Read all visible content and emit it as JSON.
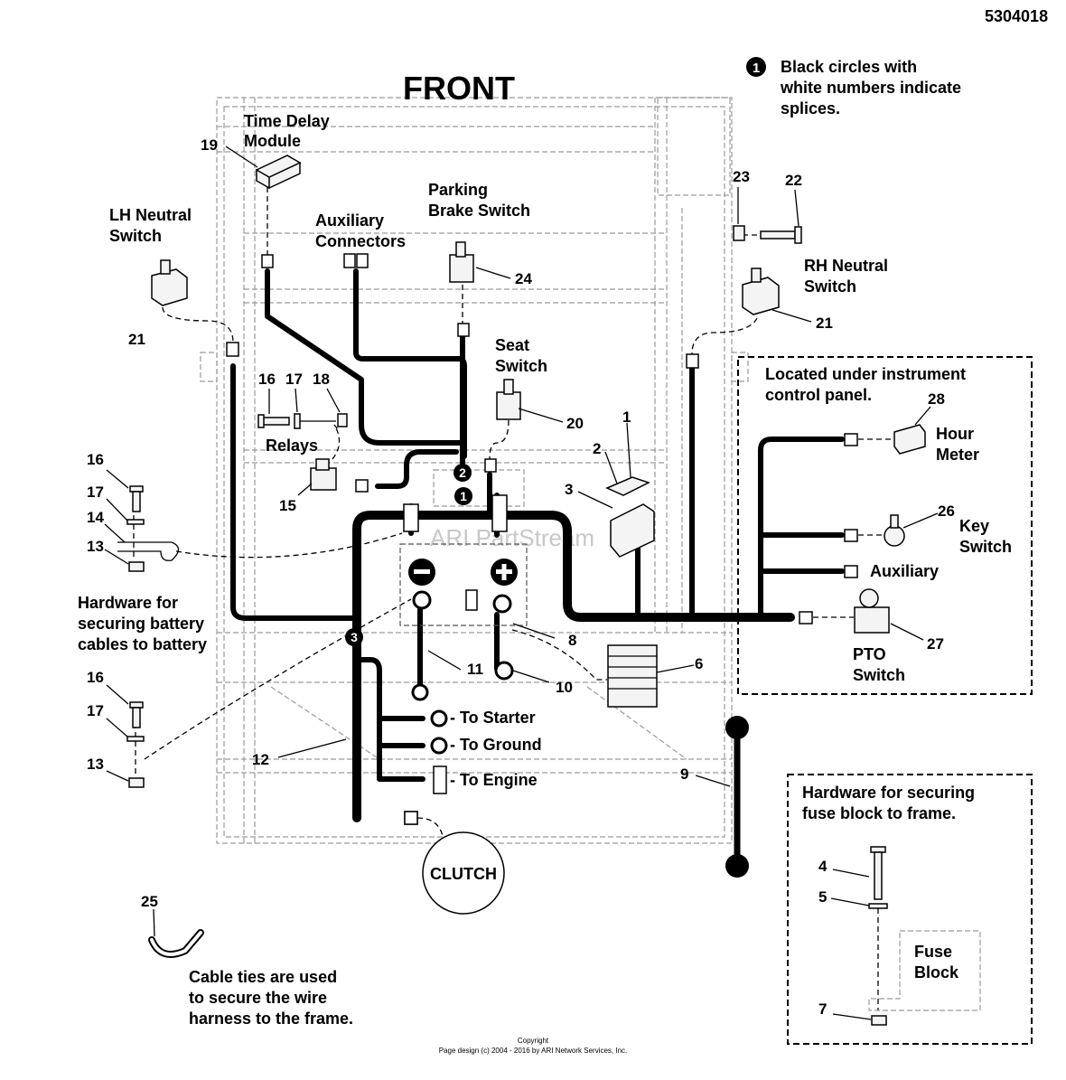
{
  "part_number": "5304018",
  "title": "FRONT",
  "legend": {
    "symbol": "1",
    "lines": [
      "Black circles with",
      "white numbers indicate",
      "splices."
    ]
  },
  "labels": {
    "time_delay": [
      "Time Delay",
      "Module"
    ],
    "parking_brake": [
      "Parking",
      "Brake Switch"
    ],
    "aux_connectors": [
      "Auxiliary",
      "Connectors"
    ],
    "lh_neutral": [
      "LH Neutral",
      "Switch"
    ],
    "rh_neutral": [
      "RH Neutral",
      "Switch"
    ],
    "seat_switch": [
      "Seat",
      "Switch"
    ],
    "relays": "Relays",
    "panel_note": [
      "Located under instrument",
      "control panel."
    ],
    "hour_meter": [
      "Hour",
      "Meter"
    ],
    "key_switch": [
      "Key",
      "Switch"
    ],
    "auxiliary": "Auxiliary",
    "pto_switch": [
      "PTO",
      "Switch"
    ],
    "battery_hw": [
      "Hardware for",
      "securing battery",
      "cables to battery"
    ],
    "to_starter": "- To Starter",
    "to_ground": "- To Ground",
    "to_engine": "- To Engine",
    "clutch": "CLUTCH",
    "fuse_hw": [
      "Hardware for securing",
      "fuse block to frame."
    ],
    "fuse_block": [
      "Fuse",
      "Block"
    ],
    "cable_ties": [
      "Cable ties are used",
      "to secure the wire",
      "harness to the frame."
    ]
  },
  "splices": [
    "1",
    "2",
    "3"
  ],
  "callouts": {
    "c19": "19",
    "c16": "16",
    "c17": "17",
    "c18": "18",
    "c15": "15",
    "c21l": "21",
    "c21r": "21",
    "c22": "22",
    "c23": "23",
    "c24": "24",
    "c20": "20",
    "c1": "1",
    "c2": "2",
    "c3": "3",
    "c28": "28",
    "c26": "26",
    "c27": "27",
    "c6": "6",
    "c8": "8",
    "c10": "10",
    "c11": "11",
    "c12": "12",
    "c9": "9",
    "c4": "4",
    "c5": "5",
    "c7": "7",
    "c25": "25",
    "l16a": "16",
    "l17a": "17",
    "l14": "14",
    "l13a": "13",
    "l16b": "16",
    "l17b": "17",
    "l13b": "13"
  },
  "copyright": [
    "Copyright",
    "Page design (c) 2004 - 2016 by ARI Network Services, Inc."
  ],
  "watermark": "ARI PartStream"
}
